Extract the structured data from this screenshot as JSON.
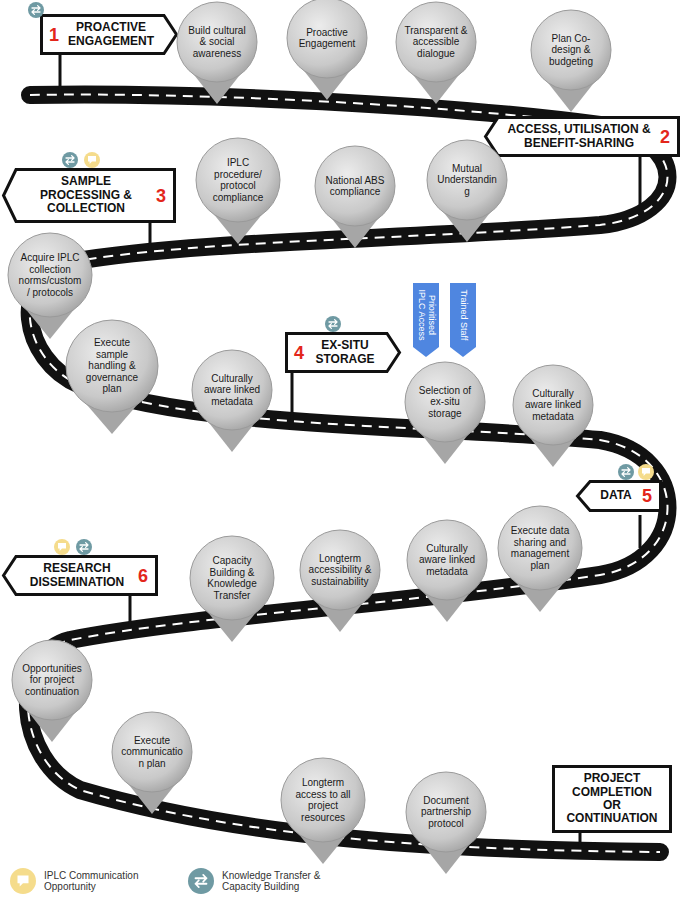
{
  "diagram": {
    "nodes": [
      {
        "text": [
          "PROACTIVE ENGAGEMENT",
          "1"
        ]
      },
      {
        "text": [
          "Build cultural & social awareness"
        ]
      },
      {
        "text": [
          "Proactive Engagement"
        ]
      },
      {
        "text": [
          "Transparent & accessible dialogue"
        ]
      },
      {
        "text": [
          "Plan Co-design & budgeting"
        ]
      },
      {
        "text": [
          "ACCESS, UTILISATION & BENEFIT-SHARING",
          "2"
        ]
      },
      {
        "text": [
          "SAMPLE PROCESSING & COLLECTION",
          "3"
        ]
      },
      {
        "text": [
          "IPLC procedure/ protocol compliance"
        ]
      },
      {
        "text": [
          "National ABS compliance"
        ]
      },
      {
        "text": [
          "Mutual Understanding"
        ]
      },
      {
        "text": [
          "Acquire IPLC collection norms/custom/ protocols"
        ]
      },
      {
        "text": [
          "Execute sample handling & governance plan"
        ]
      },
      {
        "text": [
          "Culturally aware linked metadata"
        ]
      },
      {
        "text": [
          "EX-SITU STORAGE",
          "4"
        ]
      },
      {
        "text": [
          "Prioritised IPLC Access"
        ]
      },
      {
        "text": [
          "Trained Staff"
        ]
      },
      {
        "text": [
          "Selection of ex-situ storage"
        ]
      },
      {
        "text": [
          "Culturally aware linked metadata"
        ]
      },
      {
        "text": [
          "DATA",
          "5"
        ]
      },
      {
        "text": [
          "RESEARCH DISSEMINATION",
          "6"
        ]
      },
      {
        "text": [
          "Capacity Building & Knowledge Transfer"
        ]
      },
      {
        "text": [
          "Longterm accessibility & sustainability"
        ]
      },
      {
        "text": [
          "Culturally aware linked metadata"
        ]
      },
      {
        "text": [
          "Execute data sharing and management plan"
        ]
      },
      {
        "text": [
          "Opportunities for project continuation"
        ]
      },
      {
        "text": [
          "Execute communication plan"
        ]
      },
      {
        "text": [
          "Longterm access to all project resources"
        ]
      },
      {
        "text": [
          "Document partnership protocol"
        ]
      },
      {
        "text": [
          "PROJECT COMPLETION OR CONTINUATION"
        ]
      }
    ],
    "legend": [
      {
        "text": "IPLC Communication Opportunity",
        "color": "#f5dc8c"
      },
      {
        "text": "Knowledge Transfer & Capacity Building",
        "color": "#6f9aa3"
      }
    ]
  }
}
